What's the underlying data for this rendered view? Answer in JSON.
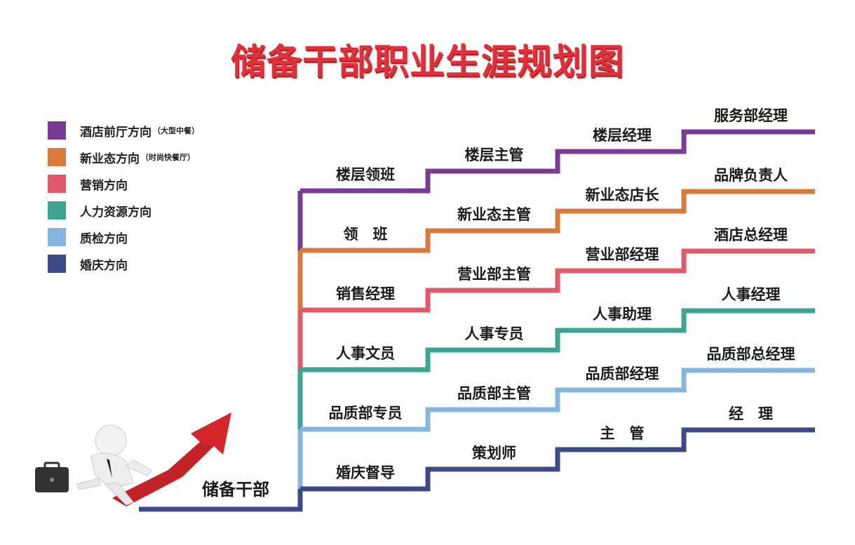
{
  "title": "储备干部职业生涯规划图",
  "legend": [
    {
      "label": "酒店前厅方向",
      "note": "（大型中餐）",
      "color": "#7b3b95"
    },
    {
      "label": "新业态方向",
      "note": "（时尚快餐厅）",
      "color": "#d87a3d"
    },
    {
      "label": "营销方向",
      "note": "",
      "color": "#e05a6a"
    },
    {
      "label": "人力资源方向",
      "note": "",
      "color": "#3aa592"
    },
    {
      "label": "质检方向",
      "note": "",
      "color": "#86b5e0"
    },
    {
      "label": "婚庆方向",
      "note": "",
      "color": "#3c4a87"
    }
  ],
  "root": "储备干部",
  "paths": [
    {
      "color": "#7b3b95",
      "steps": [
        "楼层领班",
        "楼层主管",
        "楼层经理",
        "服务部经理"
      ]
    },
    {
      "color": "#d87a3d",
      "steps": [
        "领　班",
        "新业态主管",
        "新业态店长",
        "品牌负责人"
      ]
    },
    {
      "color": "#e05a6a",
      "steps": [
        "销售经理",
        "营业部主管",
        "营业部经理",
        "酒店总经理"
      ]
    },
    {
      "color": "#3aa592",
      "steps": [
        "人事文员",
        "人事专员",
        "人事助理",
        "人事经理"
      ]
    },
    {
      "color": "#86b5e0",
      "steps": [
        "品质部专员",
        "品质部主管",
        "品质部经理",
        "品质部总经理"
      ]
    },
    {
      "color": "#3c4a87",
      "steps": [
        "婚庆督导",
        "策划师",
        "主　管",
        "经　理"
      ]
    }
  ]
}
